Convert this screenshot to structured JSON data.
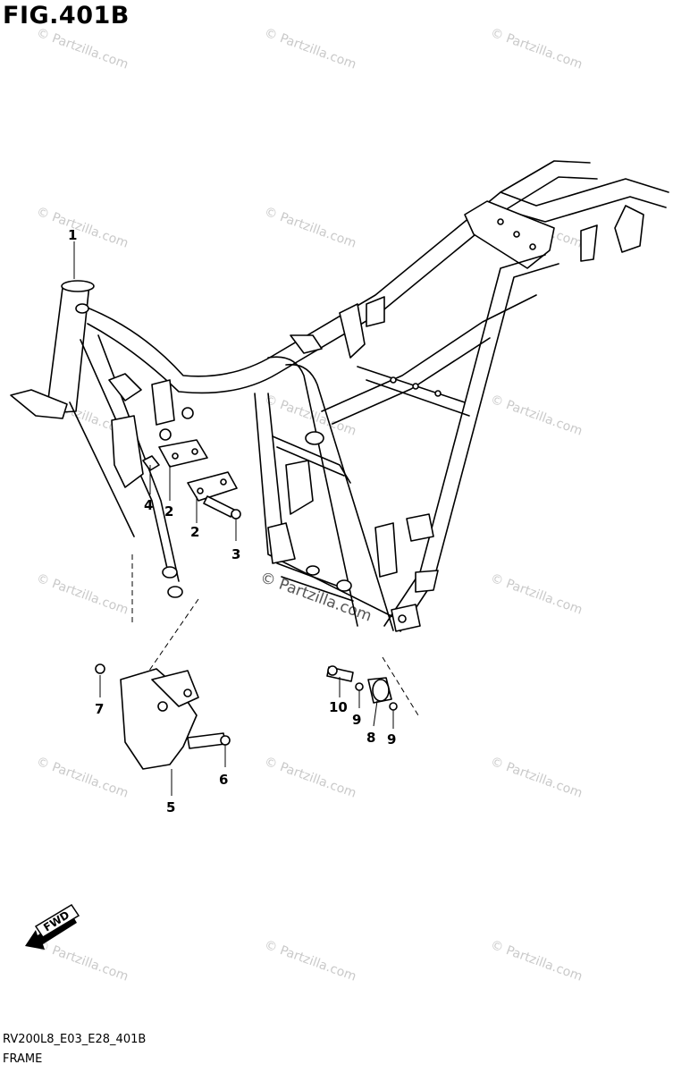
{
  "figure": {
    "title": "FIG.401B",
    "code": "RV200L8_E03_E28_401B",
    "name": "FRAME"
  },
  "watermark": {
    "text": "© Partzilla.com"
  },
  "callouts": [
    "1",
    "2",
    "2",
    "3",
    "4",
    "5",
    "6",
    "7",
    "8",
    "9",
    "9",
    "10"
  ],
  "direction_tag": "FWD"
}
